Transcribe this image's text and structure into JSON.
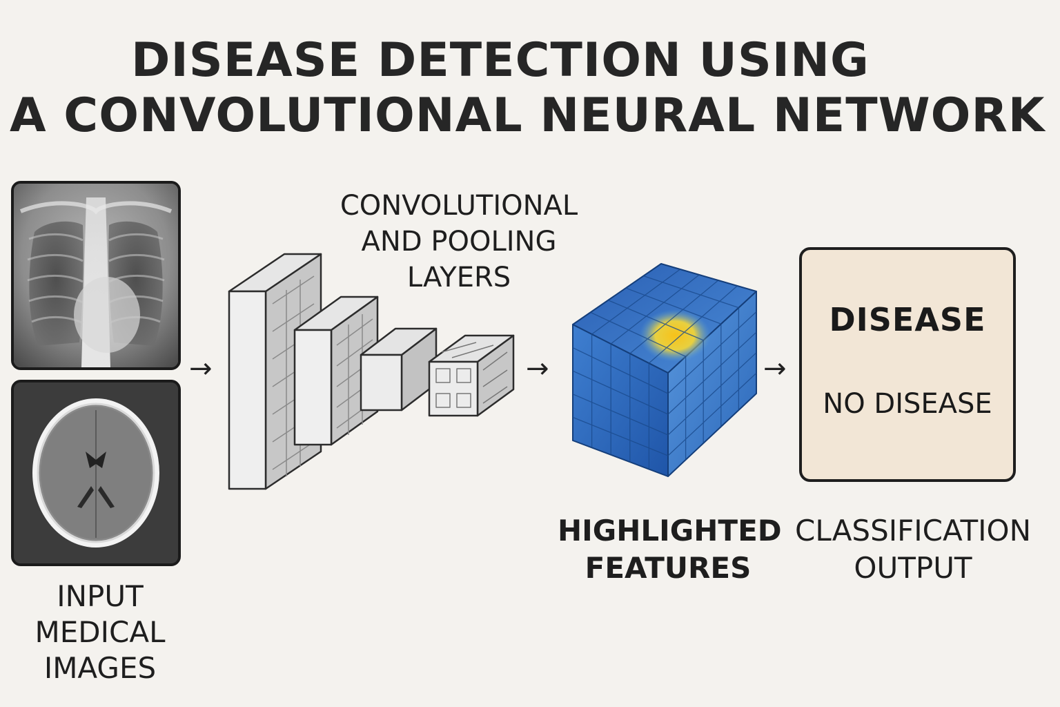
{
  "title": {
    "line1": "DISEASE DETECTION USING",
    "line2": "A CONVOLUTIONAL NEURAL NETWORK"
  },
  "input": {
    "label_lines": [
      "INPUT",
      "MEDICAL",
      "IMAGES"
    ],
    "images": [
      "chest-xray",
      "brain-ct-scan"
    ]
  },
  "layers": {
    "label_lines": [
      "CONVOLUTIONAL",
      "AND POOLING",
      "LAYERS"
    ]
  },
  "features": {
    "label_lines": [
      "HIGHLIGHTED",
      "FEATURES"
    ],
    "colors": {
      "base": "#2a64b8",
      "highlight": "#f5c518"
    }
  },
  "output": {
    "label_lines": [
      "CLASSIFICATION",
      "OUTPUT"
    ],
    "classes": [
      "DISEASE",
      "NO DISEASE"
    ],
    "box_color": "#f2e6d6"
  },
  "arrows": [
    "→",
    "→",
    "→"
  ]
}
